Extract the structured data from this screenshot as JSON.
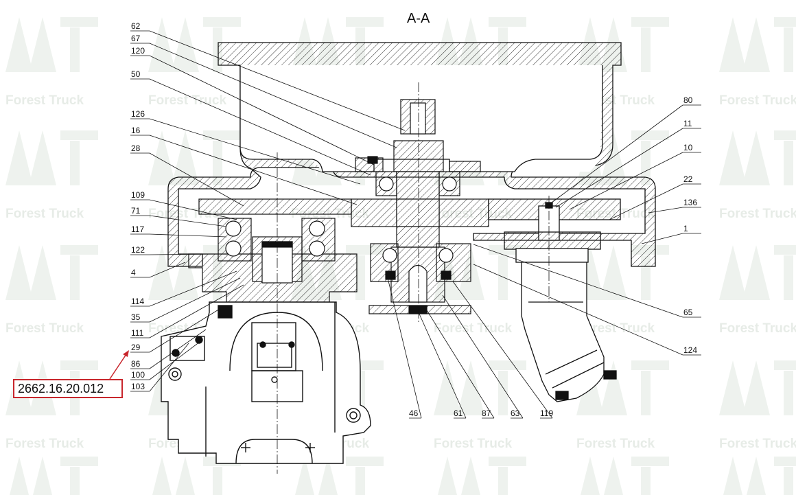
{
  "section_title": "A-A",
  "watermark": {
    "text": "Forest Truck",
    "logo": "AFT-tree-logo"
  },
  "part_number": "2662.16.20.012",
  "colors": {
    "line": "#111111",
    "hatch": "#333333",
    "watermark": "#e7ece7",
    "callout": "#c8262c"
  },
  "left_labels": [
    "62",
    "67",
    "120",
    "50",
    "126",
    "16",
    "28",
    "109",
    "71",
    "117",
    "122",
    "4",
    "114",
    "35",
    "111",
    "29",
    "86",
    "100",
    "103"
  ],
  "right_labels": [
    "80",
    "11",
    "10",
    "22",
    "136",
    "1",
    "65",
    "124"
  ],
  "bottom_labels": [
    "46",
    "61",
    "87",
    "63",
    "119"
  ]
}
